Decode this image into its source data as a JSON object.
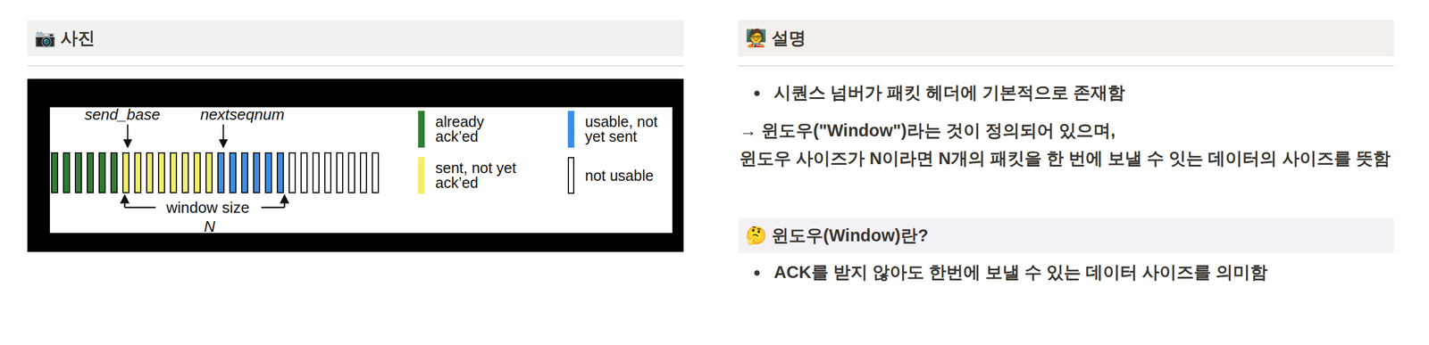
{
  "diagram": {
    "nodes": [
      {
        "text": [
          "📷 사진"
        ]
      },
      {
        "text": [
          "🧑‍🏫 설명"
        ]
      },
      {
        "text": [
          "🤔 윈도우(Window)란?"
        ]
      }
    ],
    "labels": [
      "send_base",
      "nextseqnum",
      "window size",
      "N",
      "시퀀스 넘버가 패킷 헤더에 기본적으로 존재함",
      "→ 윈도우(\"Window\")라는 것이 정의되어 있으며,",
      "윈도우 사이즈가 N이라면 N개의 패킷을 한 번에 보낼 수 잇는 데이터의 사이즈를 뜻함",
      "ACK를 받지 않아도 한번에 보낼 수 있는 데이터 사이즈를 의미함"
    ],
    "legend": [
      {
        "text": "already ack’ed",
        "color": "#2f7d32"
      },
      {
        "text": "sent, not yet ack’ed",
        "color": "#f3ee6b"
      },
      {
        "text": "usable, not yet sent",
        "color": "#3b8fe5"
      },
      {
        "text": "not usable"
      }
    ]
  }
}
